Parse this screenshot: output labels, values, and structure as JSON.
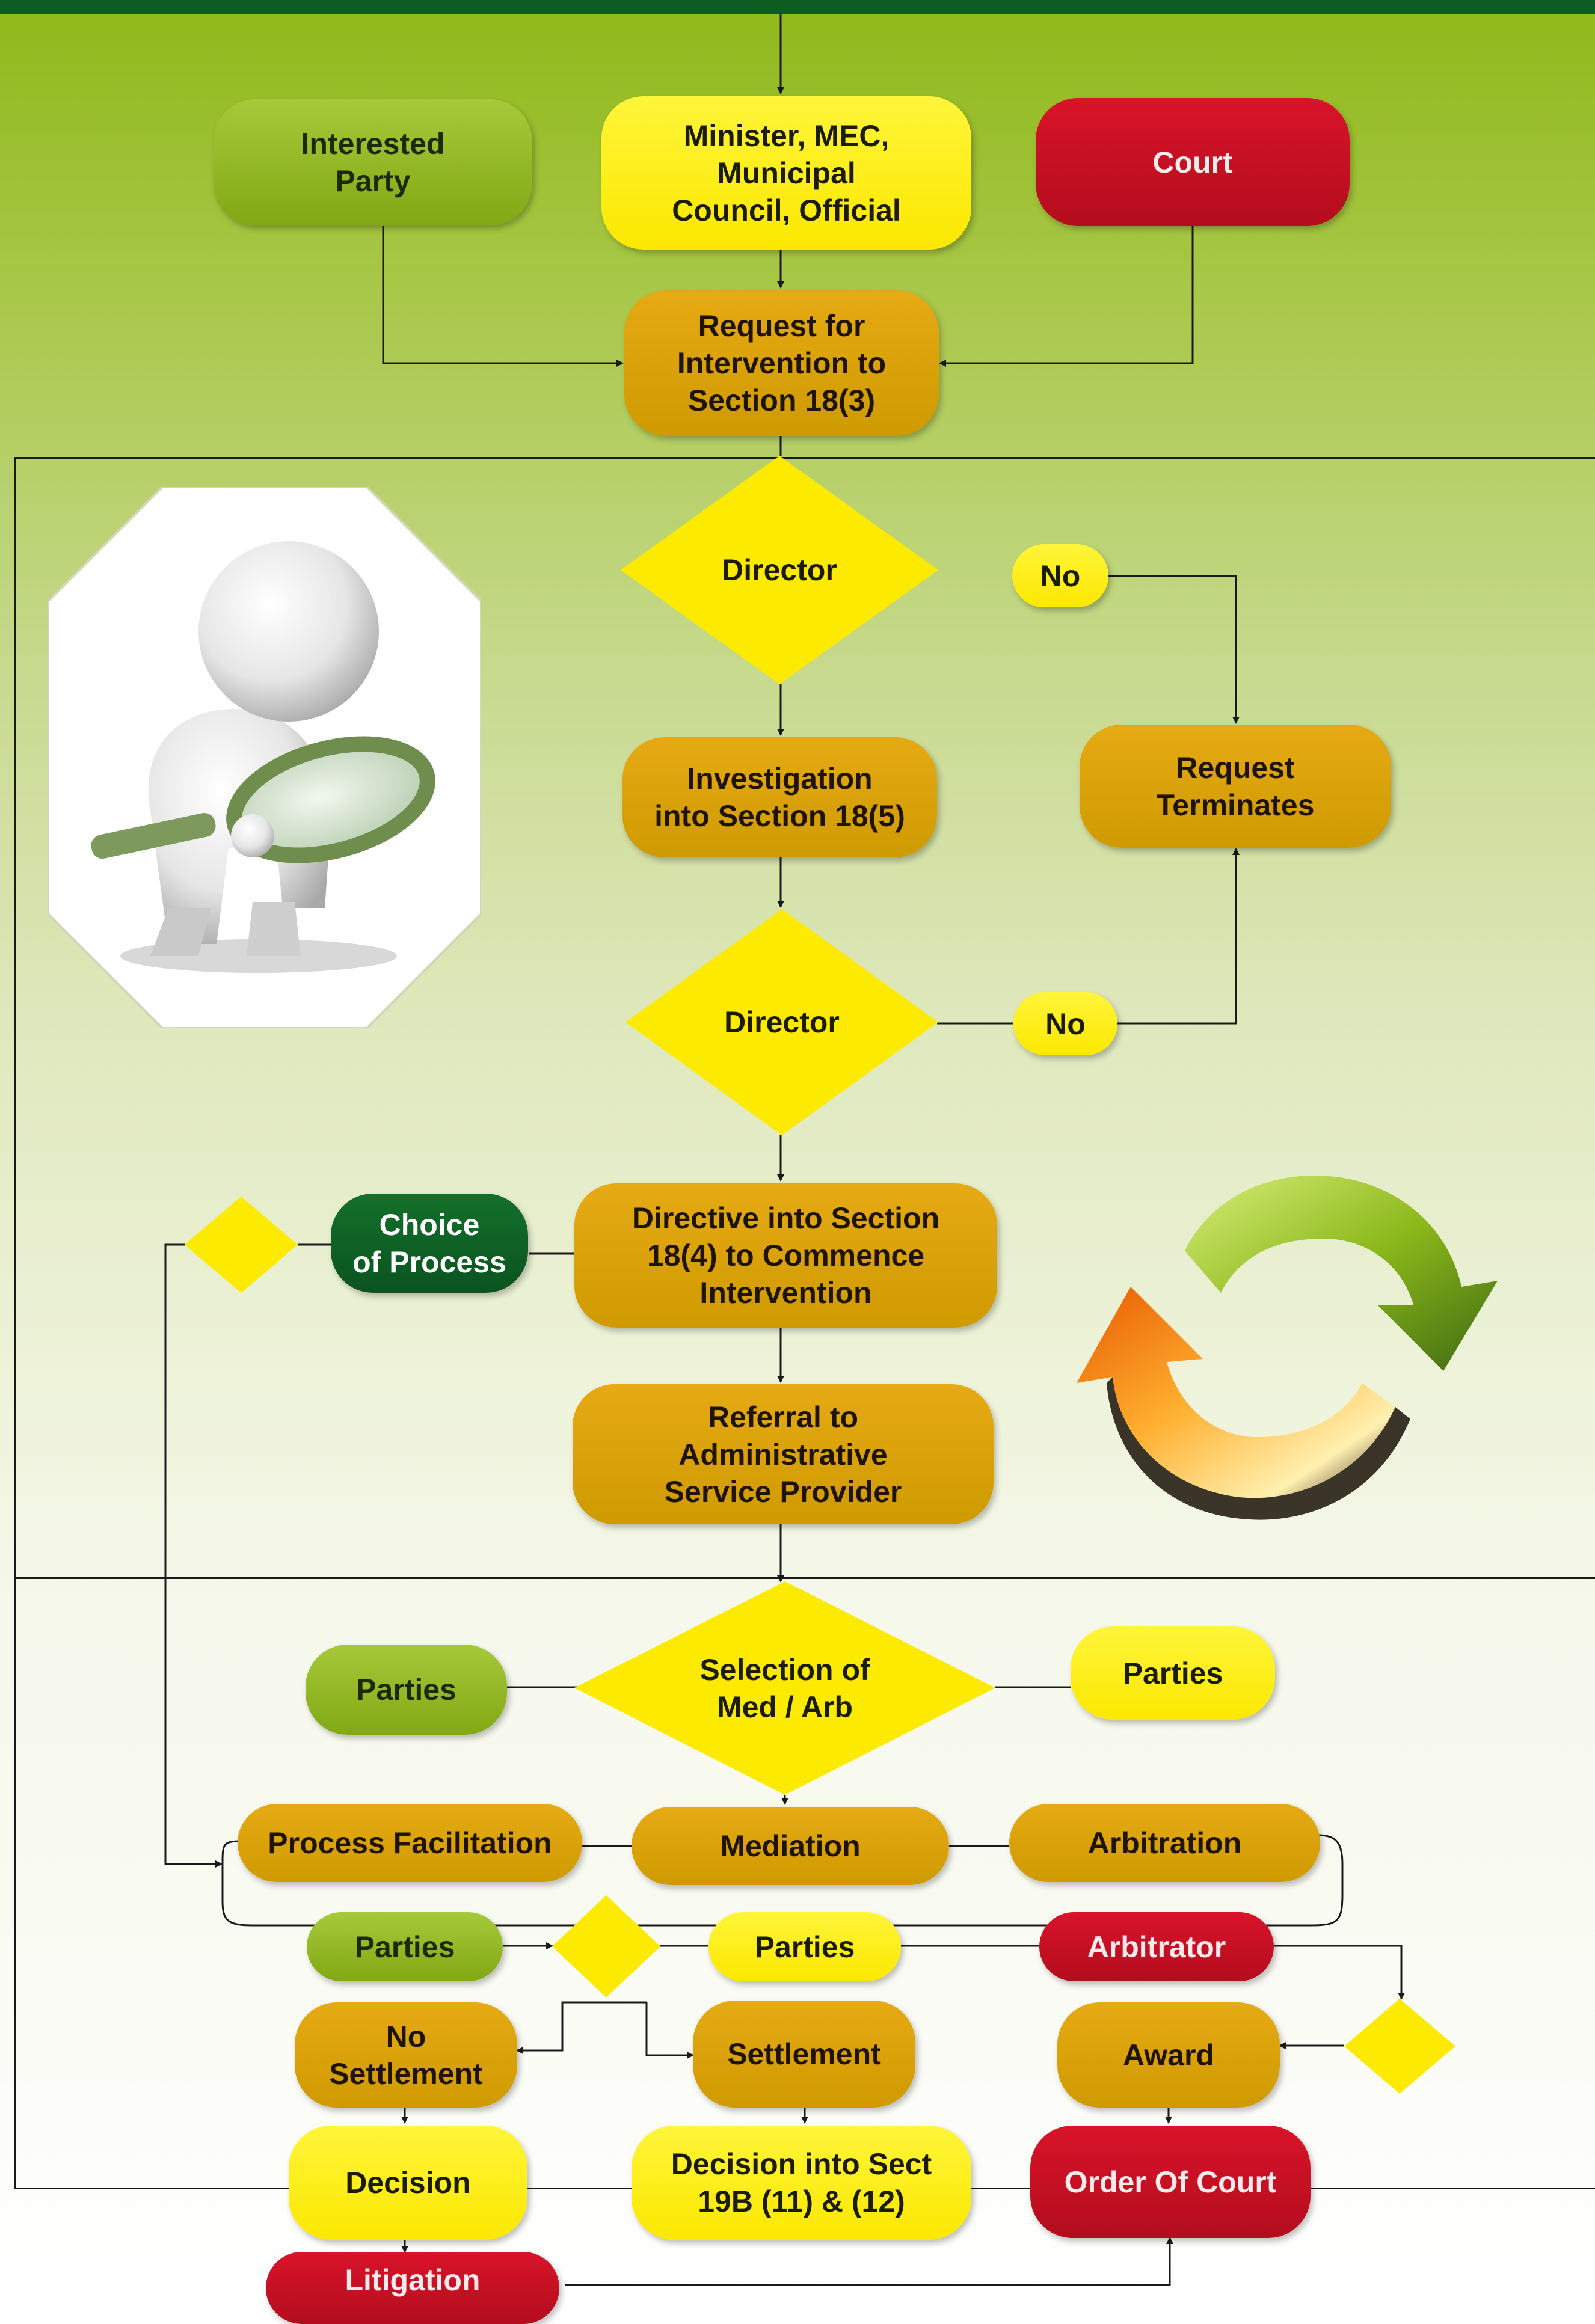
{
  "nodes": {
    "interested_party": "Interested\nParty",
    "minister": "Minister, MEC,\nMunicipal\nCouncil, Official",
    "court": "Court",
    "request_intervention": "Request for\nIntervention to\nSection 18(3)",
    "director_1": "Director",
    "no_1": "No",
    "investigation": "Investigation\ninto Section 18(5)",
    "request_terminates": "Request\nTerminates",
    "director_2": "Director",
    "no_2": "No",
    "choice_of_process": "Choice\nof Process",
    "directive": "Directive into Section\n18(4) to Commence\nIntervention",
    "referral": "Referral to\nAdministrative\nService Provider",
    "parties_left": "Parties",
    "selection": "Selection of\nMed / Arb",
    "parties_right": "Parties",
    "process_facilitation": "Process Facilitation",
    "mediation": "Mediation",
    "arbitration": "Arbitration",
    "parties_row_left": "Parties",
    "parties_row_mid": "Parties",
    "arbitrator": "Arbitrator",
    "no_settlement": "No\nSettlement",
    "settlement": "Settlement",
    "award": "Award",
    "decision": "Decision",
    "decision_sect": "Decision into Sect\n19B (11) & (12)",
    "order_of_court": "Order Of Court",
    "litigation": "Litigation"
  },
  "colors": {
    "green": "#8ab21a",
    "yellow": "#fcea00",
    "red": "#c8101f",
    "gold": "#d9a10a",
    "dark_green": "#0d5c22"
  },
  "icons": {
    "left_illustration": "person-with-magnifying-glass-icon",
    "right_illustration": "cycle-arrows-icon"
  }
}
